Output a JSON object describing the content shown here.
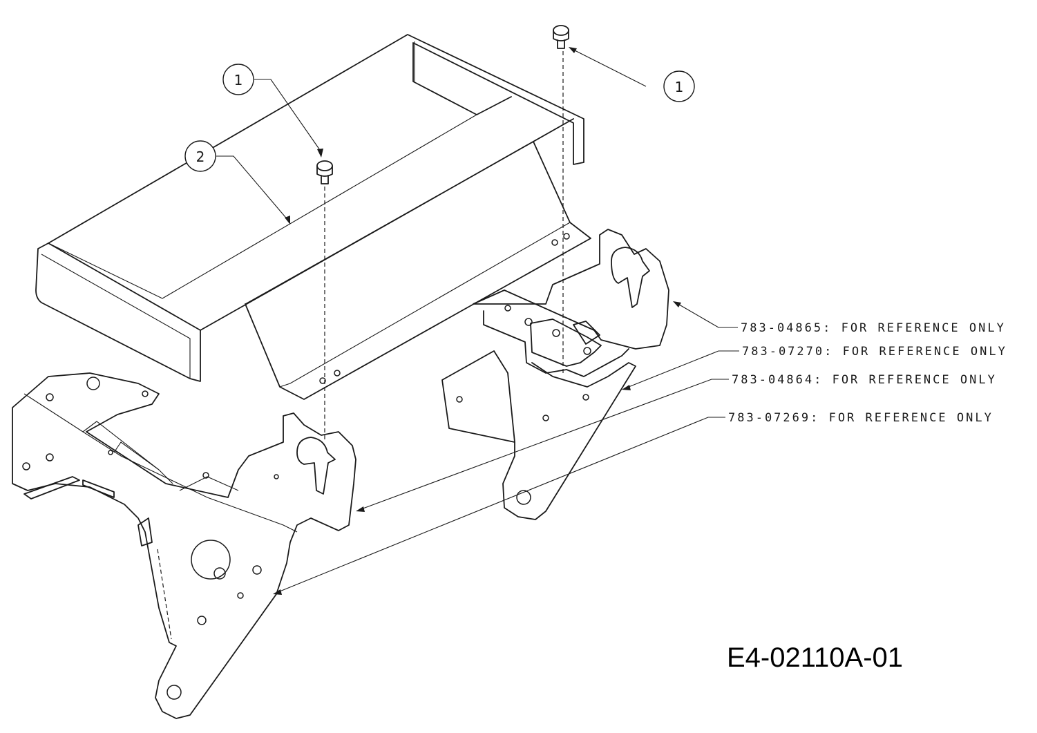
{
  "callouts": [
    {
      "number": "1"
    },
    {
      "number": "2"
    },
    {
      "number": "1"
    }
  ],
  "references": [
    {
      "label": "783-04865: FOR REFERENCE ONLY"
    },
    {
      "label": "783-07270: FOR REFERENCE ONLY"
    },
    {
      "label": "783-04864: FOR REFERENCE ONLY"
    },
    {
      "label": "783-07269: FOR REFERENCE ONLY"
    }
  ],
  "drawing_id": "E4-02110A-01"
}
